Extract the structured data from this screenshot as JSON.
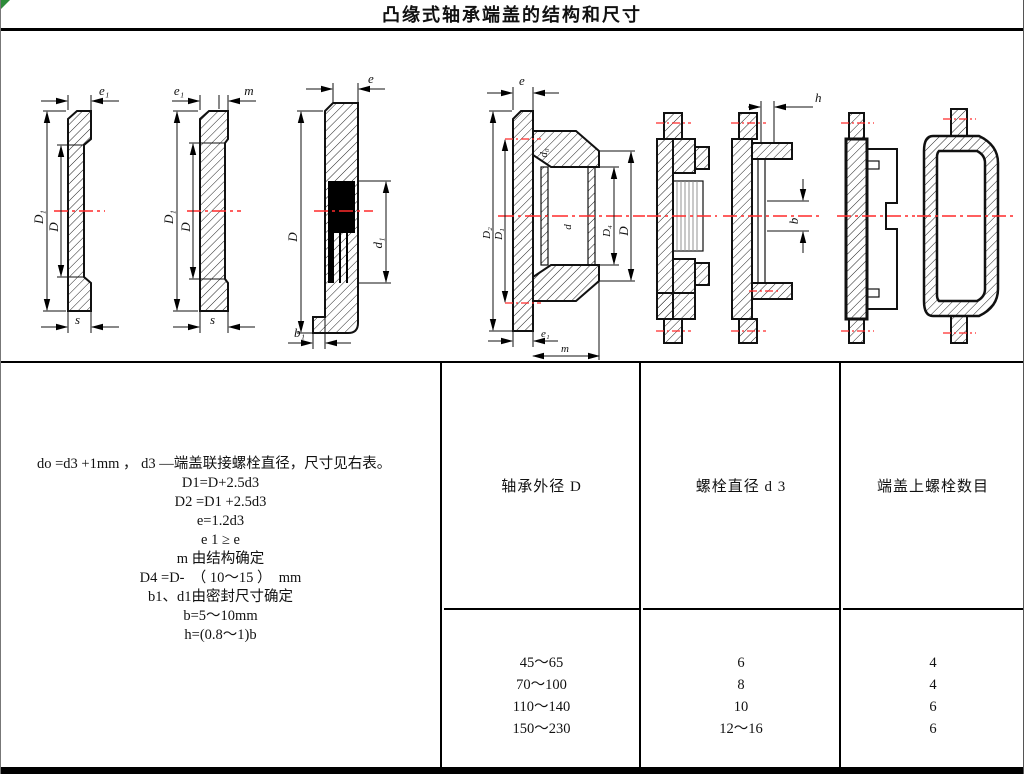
{
  "title": "凸缘式轴承端盖的结构和尺寸",
  "colors": {
    "centerline_red": "#ff2a2a",
    "line_black": "#111111",
    "corner_green": "#2e8b3a"
  },
  "drawings": {
    "d1": {
      "e1": "e₁",
      "D1": "D₁",
      "D": "D",
      "s": "s"
    },
    "d2": {
      "e1": "e₁",
      "m": "m",
      "D1": "D₁",
      "D": "D",
      "s": "s"
    },
    "d3": {
      "e": "e",
      "D": "D",
      "d1": "d₁",
      "b1": "b₁"
    },
    "d4": {
      "e": "e",
      "d0": "d₀",
      "D2": "D₂",
      "D1": "D₁",
      "d": "d",
      "D4": "D₄",
      "D": "D",
      "e1": "e₁",
      "m": "m"
    },
    "d6": {
      "h": "h",
      "b": "b"
    }
  },
  "notes": {
    "lines": [
      "do =d3 +1mm ，  d3 —端盖联接螺栓直径，尺寸见右表。",
      "D1=D+2.5d3",
      "D2 =D1 +2.5d3",
      "e=1.2d3",
      "e 1 ≥ e",
      "m 由结构确定",
      "D4 =D-  （ 10～15 ）  mm",
      "b1、d1由密封尺寸确定",
      "b=5～10mm",
      "h=(0.8～1)b"
    ]
  },
  "table": {
    "headers": [
      "轴承外径 D",
      "螺栓直径 d 3",
      "端盖上螺栓数目"
    ],
    "rows": [
      [
        "45～65",
        "6",
        "4"
      ],
      [
        "70～100",
        "8",
        "4"
      ],
      [
        "110～140",
        "10",
        "6"
      ],
      [
        "150～230",
        "12～16",
        "6"
      ]
    ]
  }
}
